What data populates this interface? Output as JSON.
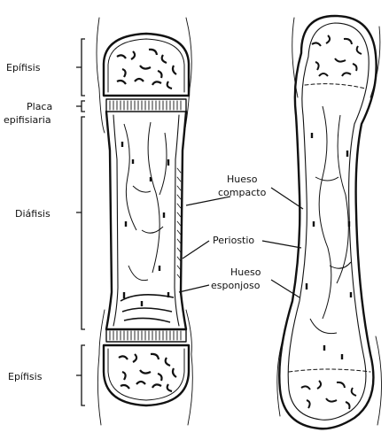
{
  "colors": {
    "ink": "#111111",
    "paper": "#ffffff"
  },
  "labels": {
    "epifisis_top": "Epífisis",
    "placa_line1": "Placa",
    "placa_line2": "epifisiaria",
    "diafisis": "Diáfisis",
    "epifisis_bottom": "Epífisis",
    "hueso_compacto_line1": "Hueso",
    "hueso_compacto_line2": "compacto",
    "periostio": "Periostio",
    "hueso_esponjoso_line1": "Hueso",
    "hueso_esponjoso_line2": "esponjoso"
  }
}
